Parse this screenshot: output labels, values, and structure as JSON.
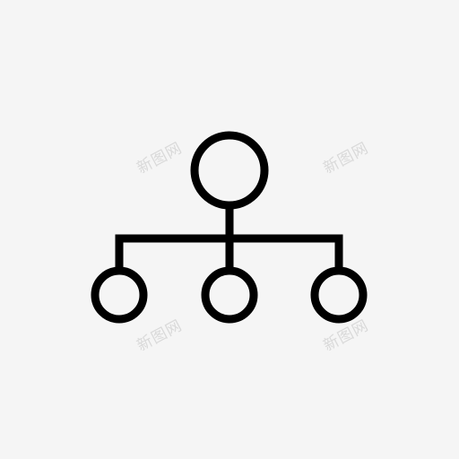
{
  "icon": {
    "name": "hierarchy-icon",
    "stroke_color": "#000000",
    "background_color": "#f5f5f5"
  },
  "watermarks": [
    {
      "text": "新图网"
    },
    {
      "text": "新图网"
    },
    {
      "text": "新图网"
    },
    {
      "text": "新图网"
    }
  ]
}
